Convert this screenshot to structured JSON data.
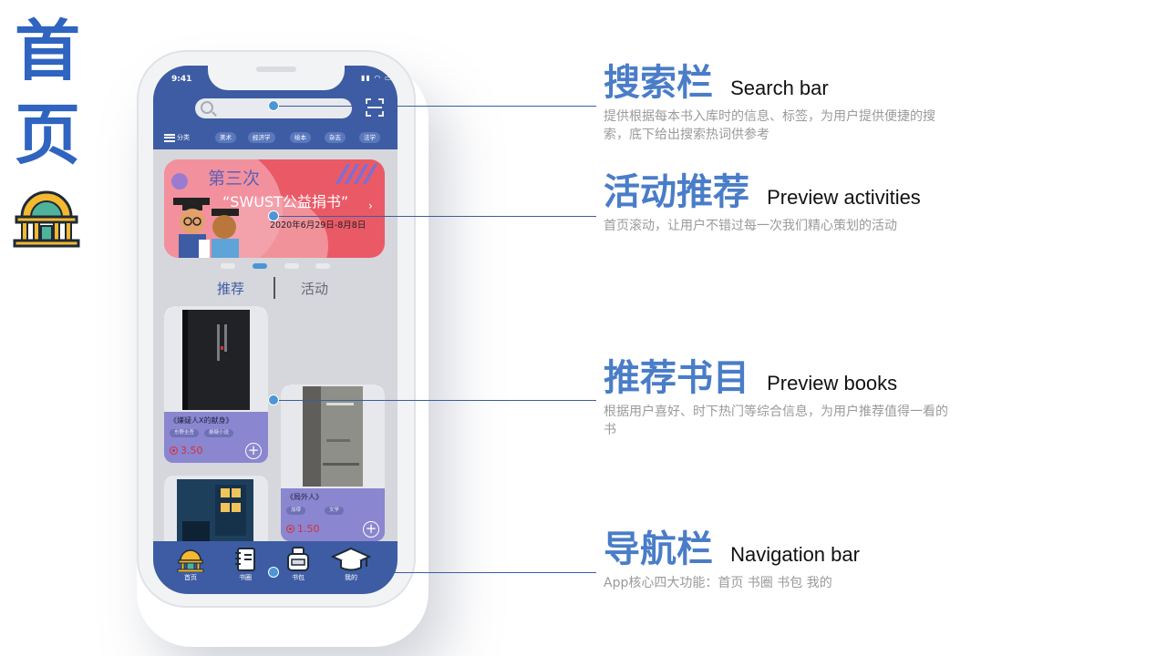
{
  "page_title": {
    "char1": "首",
    "char2": "页"
  },
  "phone": {
    "status_time": "9:41",
    "status_icons": "▮▮ ◠ ▭",
    "categories": {
      "menu_label": "分类",
      "items": [
        "美术",
        "经济学",
        "绘本",
        "杂志",
        "法学"
      ]
    },
    "banner": {
      "title": "第三次",
      "subtitle": "“SWUST公益捐书”",
      "date": "2020年6月29日-8月8日",
      "arrow": "›"
    },
    "tabs": [
      "推荐",
      "活动"
    ],
    "books": [
      {
        "title": "《嫌疑人X的献身》",
        "tags": [
          "东野圭吾",
          "悬疑小说"
        ],
        "price": "3.50"
      },
      {
        "title": "《局外人》",
        "tags": [
          "加缪",
          "文学"
        ],
        "price": "1.50"
      }
    ],
    "nav": [
      "首页",
      "书圈",
      "书包",
      "我的"
    ]
  },
  "callouts": [
    {
      "title_cn": "搜索栏",
      "title_en": "Search bar",
      "desc": "提供根据每本书入库时的信息、标签，为用户提供便捷的搜索，底下给出搜索热词供参考"
    },
    {
      "title_cn": "活动推荐",
      "title_en": "Preview activities",
      "desc": "首页滚动，让用户不错过每一次我们精心策划的活动"
    },
    {
      "title_cn": "推荐书目",
      "title_en": "Preview books",
      "desc": "根据用户喜好、时下热门等综合信息，为用户推荐值得一看的书"
    },
    {
      "title_cn": "导航栏",
      "title_en": "Navigation bar",
      "desc": "App核心四大功能：首页 书圈 书包 我的"
    }
  ],
  "colors": {
    "primary": "#3d5ca3",
    "accent": "#4a7dc8",
    "banner": "#ea5a66",
    "card": "#8a86cf"
  }
}
